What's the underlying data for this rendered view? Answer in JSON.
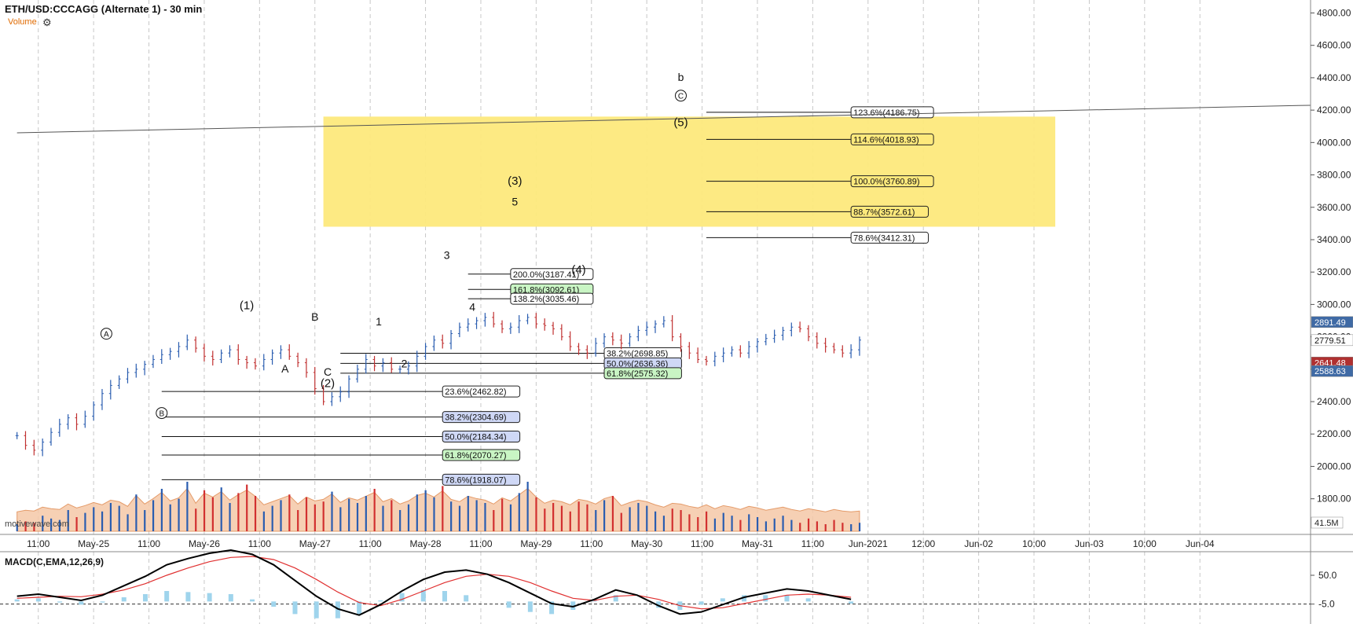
{
  "header": {
    "title": "ETH/USD:CCCAGG (Alternate 1) - 30 min",
    "volume_label": "Volume",
    "watermark": "motivewave.com",
    "settings_icon": "gear-icon"
  },
  "macd": {
    "label": "MACD(C,EMA,12,26,9)",
    "axis_labels": [
      {
        "value": 50,
        "text": "50.0"
      },
      {
        "value": -5,
        "text": "-5.0"
      }
    ],
    "macd_line": [
      10,
      14,
      8,
      2,
      12,
      30,
      48,
      70,
      82,
      92,
      98,
      90,
      70,
      40,
      10,
      -14,
      -26,
      -6,
      20,
      42,
      56,
      60,
      52,
      36,
      16,
      -4,
      -10,
      4,
      22,
      12,
      -8,
      -24,
      -20,
      -6,
      8,
      16,
      24,
      20,
      12,
      4
    ],
    "signal_line": [
      6,
      8,
      10,
      9,
      14,
      22,
      34,
      50,
      64,
      76,
      84,
      86,
      80,
      64,
      42,
      18,
      -2,
      -8,
      4,
      20,
      36,
      48,
      52,
      48,
      36,
      20,
      6,
      2,
      10,
      12,
      4,
      -8,
      -14,
      -12,
      -4,
      4,
      12,
      14,
      12,
      8
    ],
    "histogram": [
      4,
      6,
      -2,
      -6,
      -2,
      8,
      14,
      20,
      18,
      16,
      14,
      4,
      -10,
      -24,
      -32,
      -32,
      -24,
      2,
      16,
      22,
      20,
      12,
      0,
      -12,
      -20,
      -24,
      -16,
      2,
      12,
      0,
      -12,
      -16,
      -6,
      6,
      12,
      12,
      12,
      6,
      0,
      -4
    ],
    "colors": {
      "macd": "#000000",
      "signal": "#e03030",
      "histogram": "#9fd4ec"
    }
  },
  "chart_data": {
    "type": "candlestick",
    "y_axis": {
      "range": [
        1580,
        4880
      ],
      "ticks": [
        1800,
        2000,
        2200,
        2400,
        2600,
        2800,
        3000,
        3200,
        3400,
        3600,
        3800,
        4000,
        4200,
        4400,
        4600,
        4800
      ],
      "tick_labels": [
        "1800.00",
        "2000.00",
        "2200.00",
        "2400.00",
        "2600.00",
        "2800.00",
        "3000.00",
        "3200.00",
        "3400.00",
        "3600.00",
        "3800.00",
        "4000.00",
        "4200.00",
        "4400.00",
        "4600.00",
        "4800.00"
      ],
      "grid": false
    },
    "x_axis": {
      "labels": [
        "11:00",
        "May-25",
        "11:00",
        "May-26",
        "11:00",
        "May-27",
        "11:00",
        "May-28",
        "11:00",
        "May-29",
        "11:00",
        "May-30",
        "11:00",
        "May-31",
        "11:00",
        "Jun-2021",
        "12:00",
        "Jun-02",
        "10:00",
        "Jun-03",
        "10:00",
        "Jun-04"
      ],
      "label_idx": [
        2.5,
        9,
        15.5,
        22,
        28.5,
        35,
        41.5,
        48,
        54.5,
        61,
        67.5,
        74,
        80.5,
        87,
        93.5,
        100,
        106.5,
        113,
        119.5,
        126,
        132.5,
        139
      ],
      "range": [
        -2,
        152
      ],
      "grid": "dashed"
    },
    "price_path": [
      2190,
      2130,
      2100,
      2150,
      2210,
      2260,
      2300,
      2260,
      2310,
      2380,
      2450,
      2500,
      2540,
      2580,
      2600,
      2630,
      2660,
      2690,
      2710,
      2740,
      2780,
      2730,
      2680,
      2660,
      2700,
      2720,
      2660,
      2640,
      2620,
      2660,
      2700,
      2720,
      2680,
      2640,
      2580,
      2480,
      2400,
      2430,
      2460,
      2540,
      2600,
      2660,
      2620,
      2640,
      2600,
      2600,
      2620,
      2680,
      2740,
      2780,
      2760,
      2820,
      2860,
      2880,
      2900,
      2920,
      2880,
      2850,
      2860,
      2900,
      2920,
      2880,
      2870,
      2850,
      2800,
      2740,
      2720,
      2700,
      2760,
      2800,
      2780,
      2760,
      2800,
      2840,
      2860,
      2880,
      2900,
      2800,
      2740,
      2700,
      2660,
      2650,
      2680,
      2700,
      2720,
      2700,
      2740,
      2770,
      2790,
      2810,
      2840,
      2860,
      2850,
      2800,
      2760,
      2740,
      2720,
      2700,
      2720,
      2780
    ],
    "volume": {
      "scale_label": "41.5M",
      "values": [
        10,
        14,
        12,
        22,
        18,
        16,
        30,
        20,
        26,
        34,
        28,
        40,
        36,
        24,
        52,
        30,
        44,
        60,
        38,
        46,
        70,
        32,
        58,
        48,
        62,
        40,
        54,
        66,
        50,
        28,
        36,
        44,
        52,
        30,
        48,
        38,
        42,
        56,
        34,
        46,
        40,
        50,
        60,
        36,
        44,
        30,
        38,
        52,
        58,
        48,
        64,
        42,
        36,
        50,
        44,
        40,
        30,
        46,
        38,
        54,
        70,
        48,
        32,
        40,
        36,
        28,
        42,
        38,
        30,
        44,
        50,
        26,
        34,
        40,
        36,
        28,
        22,
        32,
        30,
        24,
        20,
        28,
        18,
        26,
        22,
        16,
        24,
        20,
        14,
        18,
        22,
        16,
        12,
        18,
        14,
        10,
        16,
        12,
        10,
        12
      ],
      "colors": {
        "up": "#2a5db0",
        "down": "#d23030",
        "area": "#f5c8a8"
      }
    },
    "trendline": {
      "from": [
        0,
        4060
      ],
      "to": [
        152,
        4230
      ],
      "color": "#555555"
    },
    "target_zone": {
      "x_range": [
        36,
        122
      ],
      "y_range": [
        3480,
        4160
      ],
      "color": "#fde97c"
    },
    "fib_levels": [
      {
        "text": "23.6%(2462.82)",
        "value": 2462.82,
        "x_start": 17,
        "x_end": 50,
        "fill": "#ffffff"
      },
      {
        "text": "38.2%(2304.69)",
        "value": 2304.69,
        "x_start": 17,
        "x_end": 50,
        "fill": "#cfd8f6"
      },
      {
        "text": "50.0%(2184.34)",
        "value": 2184.34,
        "x_start": 17,
        "x_end": 50,
        "fill": "#cfd8f6"
      },
      {
        "text": "61.8%(2070.27)",
        "value": 2070.27,
        "x_start": 17,
        "x_end": 50,
        "fill": "#c9f5c4"
      },
      {
        "text": "78.6%(1918.07)",
        "value": 1918.07,
        "x_start": 17,
        "x_end": 50,
        "fill": "#cfd8f6"
      },
      {
        "text": "38.2%(2698.85)",
        "value": 2698.85,
        "x_start": 38,
        "x_end": 69,
        "fill": "#ffffff"
      },
      {
        "text": "50.0%(2636.36)",
        "value": 2636.36,
        "x_start": 38,
        "x_end": 69,
        "fill": "#cfd8f6"
      },
      {
        "text": "61.8%(2575.32)",
        "value": 2575.32,
        "x_start": 38,
        "x_end": 69,
        "fill": "#c9f5c4"
      },
      {
        "text": "200.0%(3187.41)",
        "value": 3187.41,
        "x_start": 53,
        "x_end": 58,
        "fill": "#ffffff"
      },
      {
        "text": "161.8%(3092.61)",
        "value": 3092.61,
        "x_start": 53,
        "x_end": 58,
        "fill": "#c9f5c4"
      },
      {
        "text": "138.2%(3035.46)",
        "value": 3035.46,
        "x_start": 53,
        "x_end": 58,
        "fill": "#ffffff"
      },
      {
        "text": "123.6%(4186.75)",
        "value": 4186.75,
        "x_start": 81,
        "x_end": 98,
        "fill": "#ffffff"
      },
      {
        "text": "114.6%(4018.93)",
        "value": 4018.93,
        "x_start": 81,
        "x_end": 98,
        "fill": "#fde97c"
      },
      {
        "text": "100.0%(3760.89)",
        "value": 3760.89,
        "x_start": 81,
        "x_end": 98,
        "fill": "#fde97c"
      },
      {
        "text": "88.7%(3572.61)",
        "value": 3572.61,
        "x_start": 81,
        "x_end": 98,
        "fill": "#fde97c"
      },
      {
        "text": "78.6%(3412.31)",
        "value": 3412.31,
        "x_start": 81,
        "x_end": 98,
        "fill": "#ffffff"
      }
    ],
    "wave_labels": [
      {
        "text": "A",
        "x": 10.5,
        "y": 2800,
        "circled": true
      },
      {
        "text": "B",
        "x": 17,
        "y": 2310,
        "circled": true
      },
      {
        "text": "(1)",
        "x": 27,
        "y": 2990
      },
      {
        "text": "A",
        "x": 31.5,
        "y": 2600
      },
      {
        "text": "B",
        "x": 35,
        "y": 2920
      },
      {
        "text": "C",
        "x": 36.5,
        "y": 2580
      },
      {
        "text": "(2)",
        "x": 36.5,
        "y": 2510
      },
      {
        "text": "1",
        "x": 42.5,
        "y": 2890
      },
      {
        "text": "2",
        "x": 45.5,
        "y": 2630
      },
      {
        "text": "3",
        "x": 50.5,
        "y": 3300
      },
      {
        "text": "4",
        "x": 53.5,
        "y": 2980
      },
      {
        "text": "(4)",
        "x": 66,
        "y": 3210
      },
      {
        "text": "(3)",
        "x": 58.5,
        "y": 3760
      },
      {
        "text": "5",
        "x": 58.5,
        "y": 3630
      },
      {
        "text": "b",
        "x": 78,
        "y": 4400
      },
      {
        "text": "C",
        "x": 78,
        "y": 4270,
        "circled": true
      },
      {
        "text": "(5)",
        "x": 78,
        "y": 4120
      }
    ],
    "price_tags": [
      {
        "value": 2891.49,
        "text": "2891.49",
        "bg": "#3f6aa5",
        "fg": "#ffffff"
      },
      {
        "value": 2779.51,
        "text": "2779.51",
        "bg": "#ffffff",
        "fg": "#111111"
      },
      {
        "value": 2641.48,
        "text": "2641.48",
        "bg": "#b03030",
        "fg": "#ffffff"
      },
      {
        "value": 2588.63,
        "text": "2588.63",
        "bg": "#3f6aa5",
        "fg": "#ffffff"
      }
    ]
  }
}
